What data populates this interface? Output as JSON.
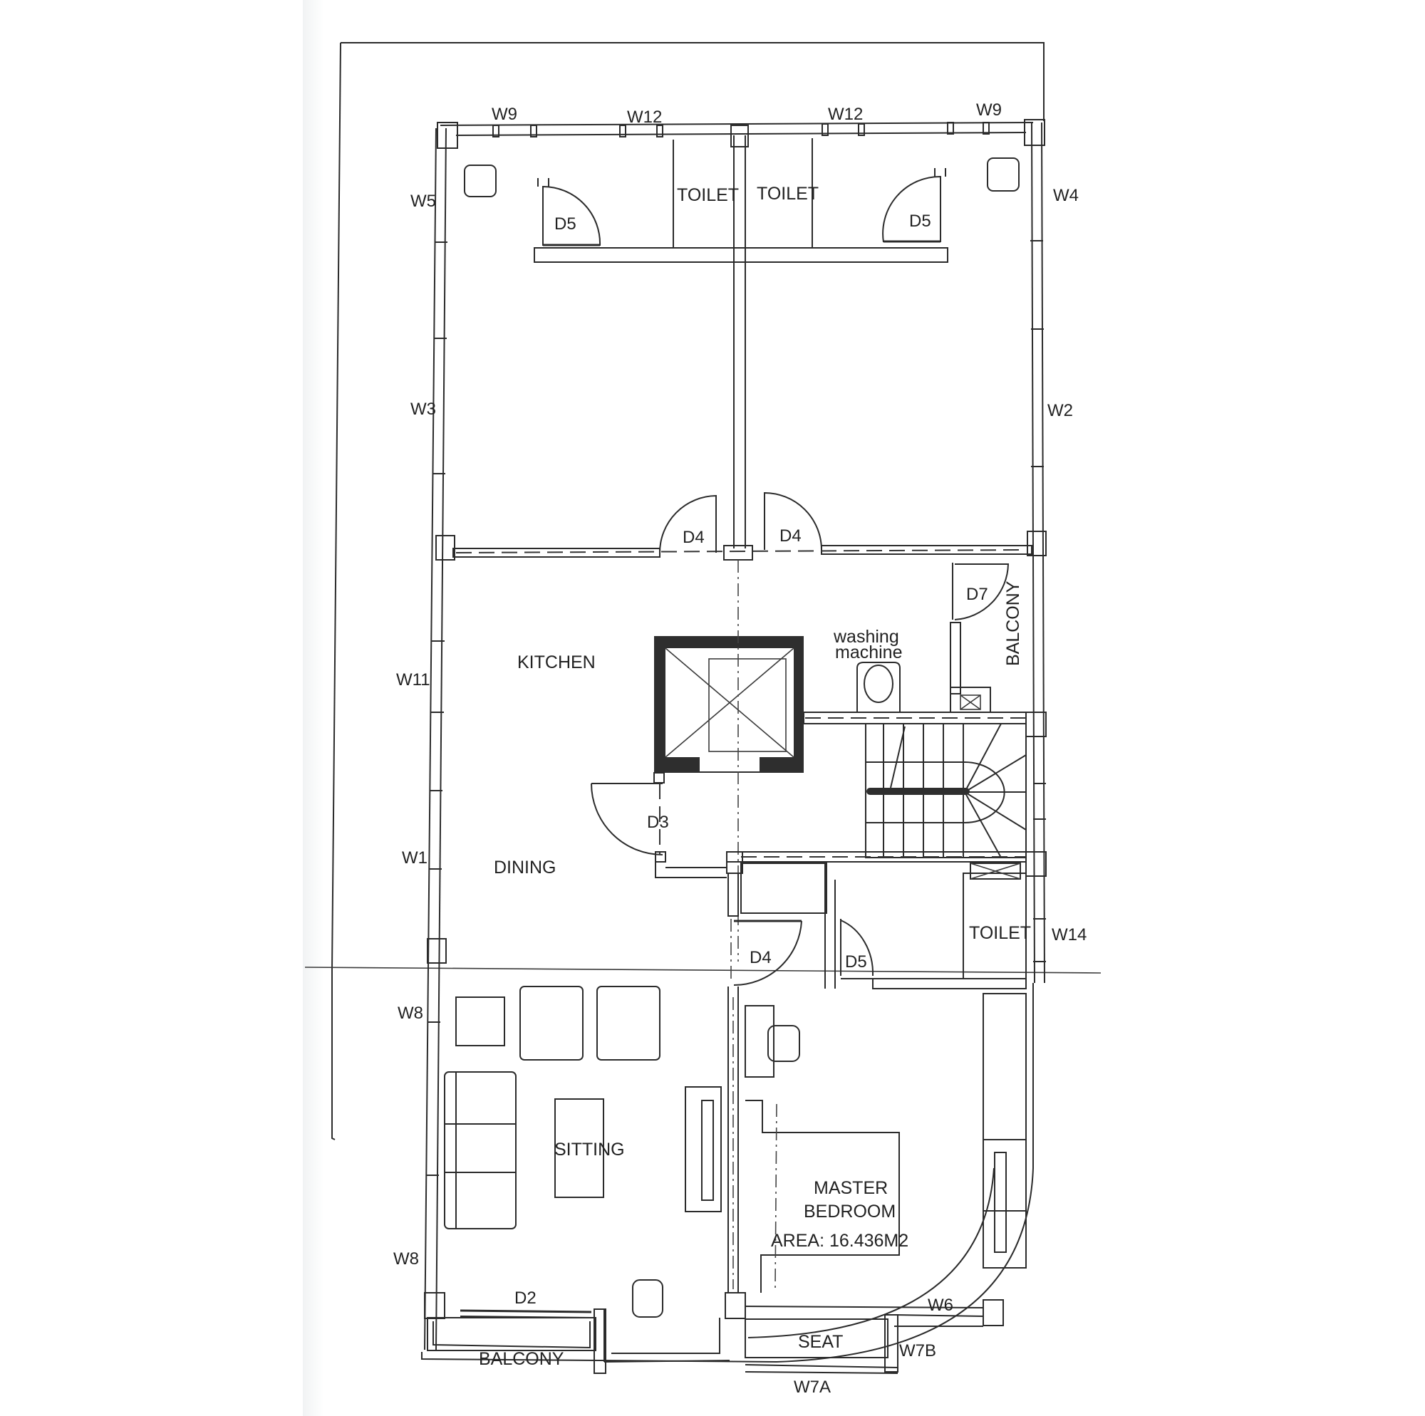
{
  "plan": {
    "rooms": {
      "toilet_left": "TOILET",
      "toilet_right": "TOILET",
      "kitchen": "KITCHEN",
      "dining": "DINING",
      "washing_1": "washing",
      "washing_2": "machine",
      "balcony_east": "BALCONY",
      "toilet_south": "TOILET",
      "sitting": "SITTING",
      "master_1": "MASTER",
      "master_2": "BEDROOM",
      "master_area": "AREA:  16.436M2",
      "seat": "SEAT",
      "balcony_south": "BALCONY"
    },
    "windows": {
      "w9_left": "W9",
      "w12_left": "W12",
      "w12_right": "W12",
      "w9_right": "W9",
      "w5": "W5",
      "w4": "W4",
      "w3": "W3",
      "w2": "W2",
      "w11": "W11",
      "w1": "W1",
      "w14": "W14",
      "w8_top": "W8",
      "w8_bottom": "W8",
      "w6": "W6",
      "w7b": "W7B",
      "w7a": "W7A"
    },
    "doors": {
      "d5_left": "D5",
      "d5_right": "D5",
      "d4_left": "D4",
      "d4_right": "D4",
      "d7": "D7",
      "d3": "D3",
      "d4_south": "D4",
      "d5_south": "D5",
      "d2": "D2"
    }
  }
}
